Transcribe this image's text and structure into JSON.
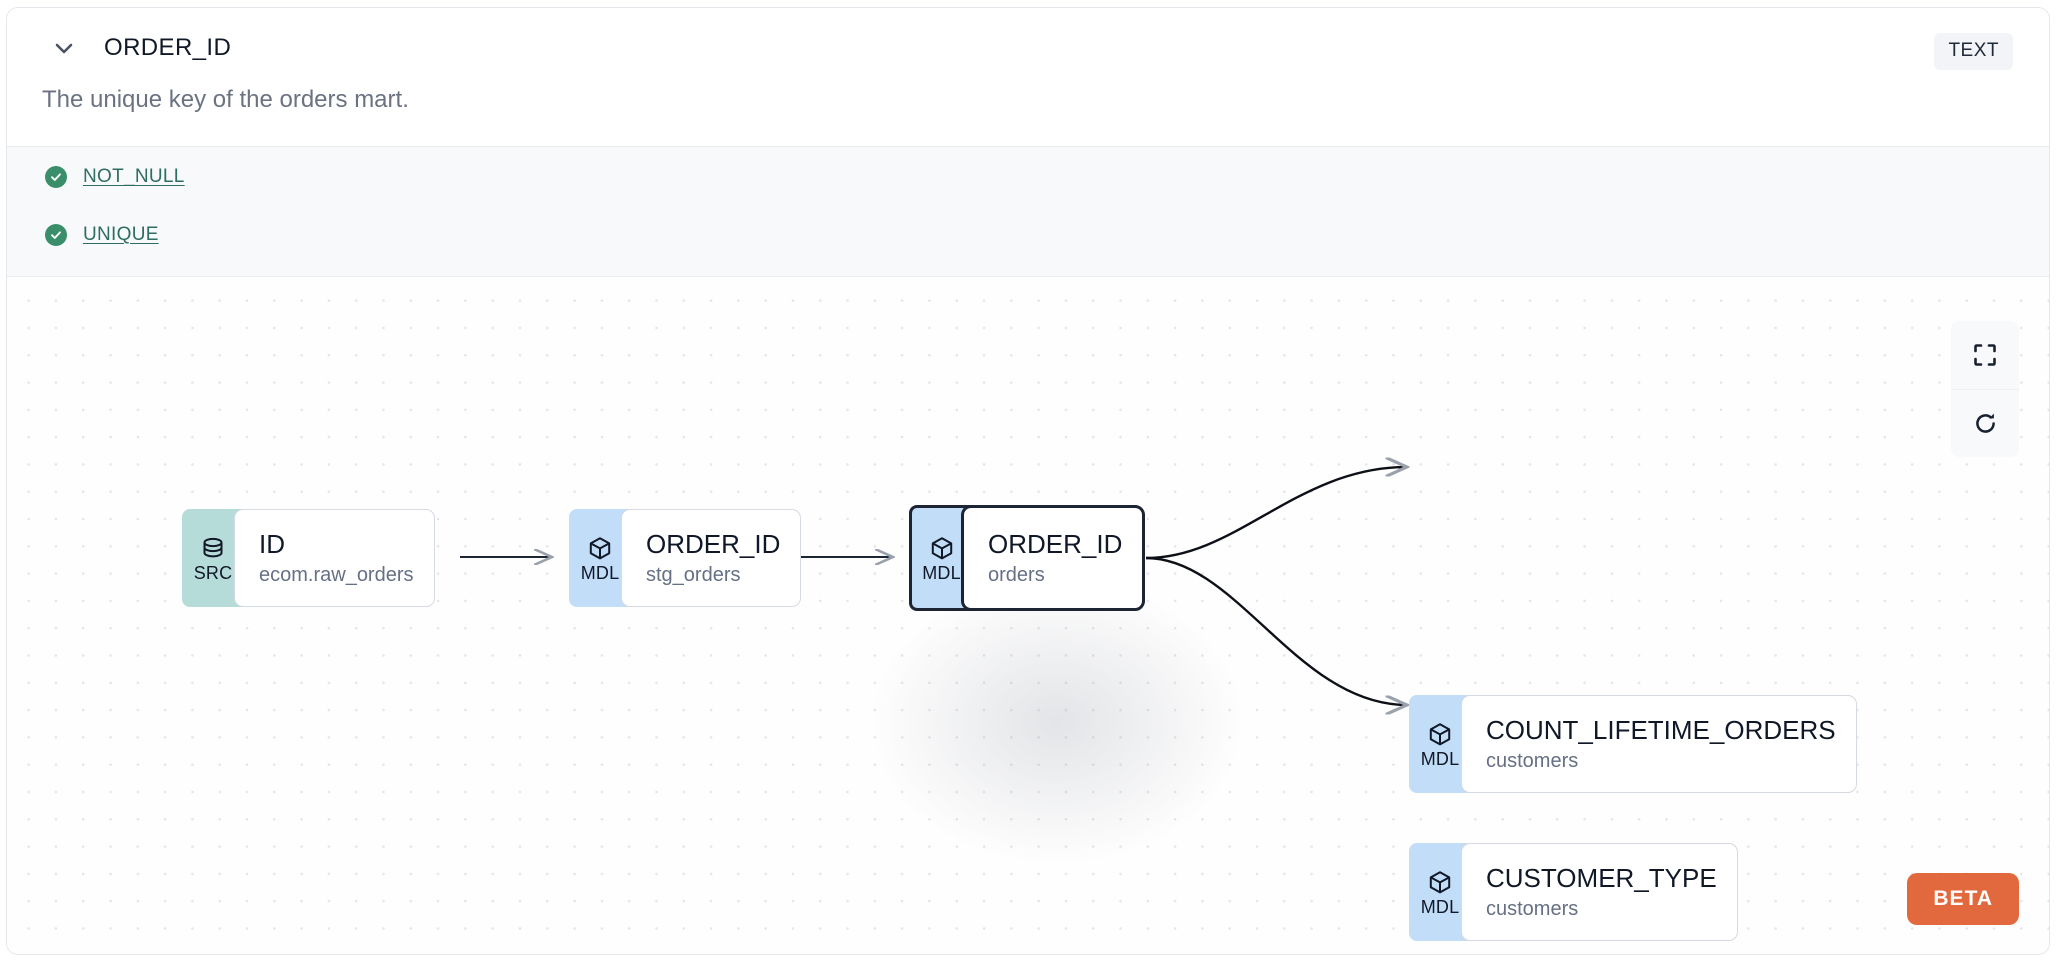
{
  "header": {
    "collapse_icon": "chevron-down-icon",
    "column_name": "ORDER_ID",
    "data_type_badge": "TEXT",
    "description": "The unique key of the orders mart."
  },
  "tests": [
    {
      "status_icon": "check-circle-icon",
      "label": "NOT_NULL",
      "status": "pass"
    },
    {
      "status_icon": "check-circle-icon",
      "label": "UNIQUE",
      "status": "pass"
    }
  ],
  "lineage": {
    "controls": [
      {
        "icon": "fullscreen-icon",
        "name": "fullscreen-button"
      },
      {
        "icon": "refresh-icon",
        "name": "refresh-button"
      }
    ],
    "beta_label": "BETA",
    "nodes": [
      {
        "badge": "SRC",
        "badge_icon": "database-icon",
        "name": "ID",
        "sub": "ecom.raw_orders",
        "selected": false
      },
      {
        "badge": "MDL",
        "badge_icon": "cube-icon",
        "name": "ORDER_ID",
        "sub": "stg_orders",
        "selected": false
      },
      {
        "badge": "MDL",
        "badge_icon": "cube-icon",
        "name": "ORDER_ID",
        "sub": "orders",
        "selected": true
      },
      {
        "badge": "MDL",
        "badge_icon": "cube-icon",
        "name": "COUNT_LIFETIME_ORDERS",
        "sub": "customers",
        "selected": false
      },
      {
        "badge": "MDL",
        "badge_icon": "cube-icon",
        "name": "CUSTOMER_TYPE",
        "sub": "customers",
        "selected": false
      }
    ],
    "edges": [
      {
        "from": 0,
        "to": 1
      },
      {
        "from": 1,
        "to": 2
      },
      {
        "from": 2,
        "to": 3
      },
      {
        "from": 2,
        "to": 4
      }
    ]
  },
  "colors": {
    "src_badge": "#b6dcd9",
    "mdl_badge": "#c2ddf7",
    "test_pass": "#3a8f6a",
    "test_link": "#2e6e62",
    "beta": "#e2693d",
    "selected_border": "#1d2433"
  }
}
